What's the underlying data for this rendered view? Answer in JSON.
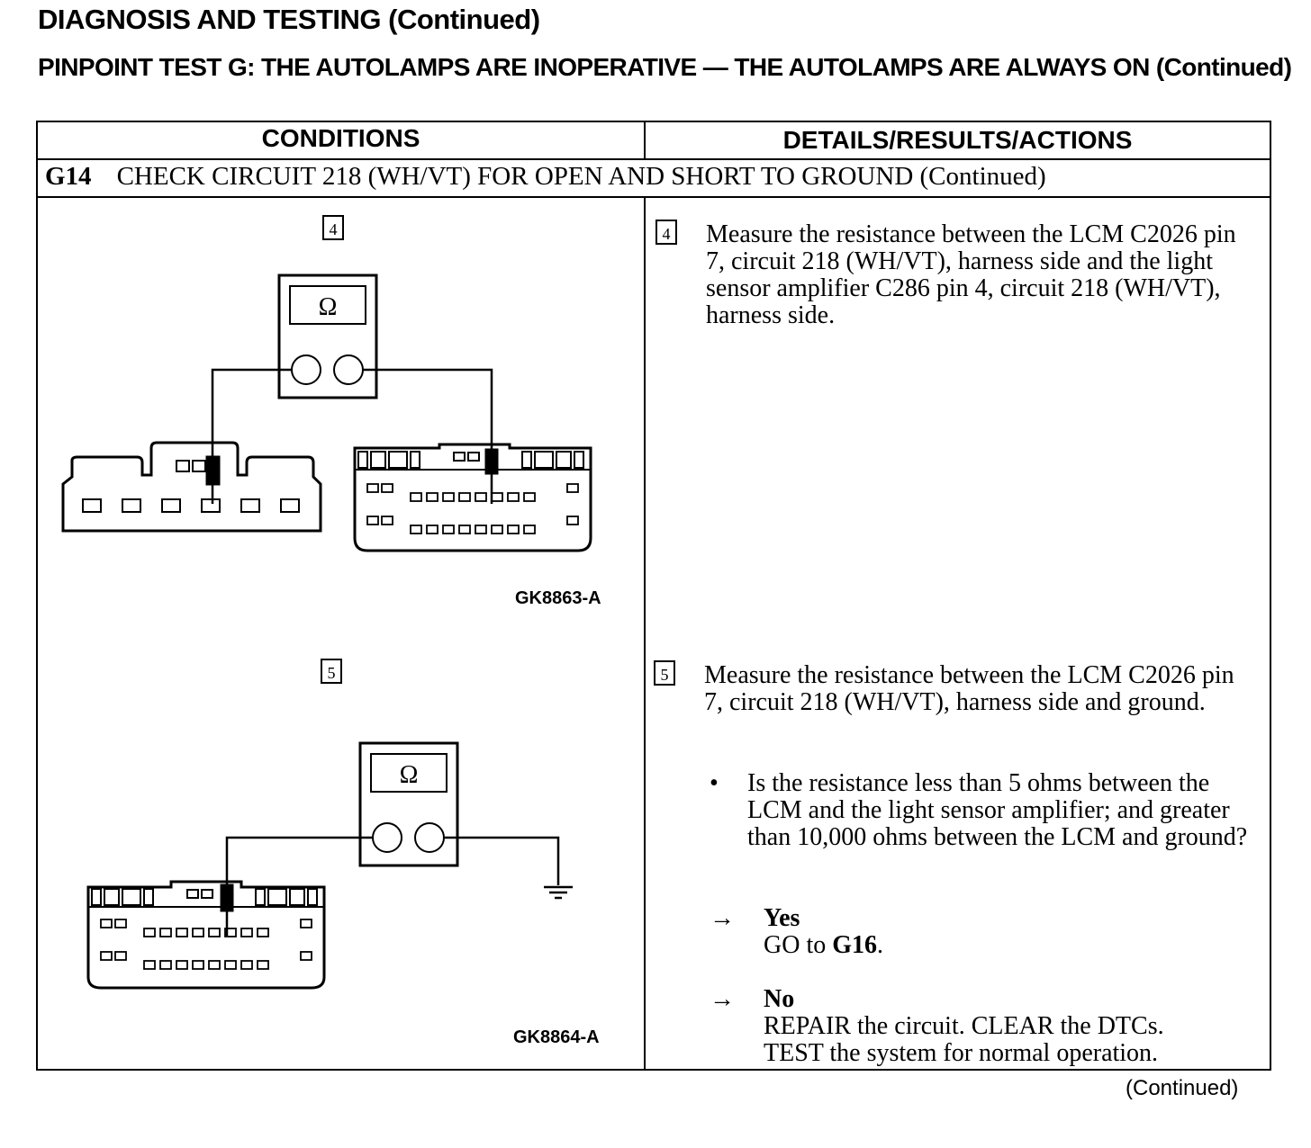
{
  "header": {
    "title": "DIAGNOSIS AND TESTING (Continued)",
    "test_title": "PINPOINT TEST G:  THE AUTOLAMPS ARE INOPERATIVE — THE AUTOLAMPS ARE ALWAYS ON (Continued)"
  },
  "table": {
    "col_conditions": "CONDITIONS",
    "col_details": "DETAILS/RESULTS/ACTIONS",
    "step_id": "G14",
    "step_title": "CHECK CIRCUIT 218 (WH/VT) FOR OPEN AND SHORT TO GROUND (Continued)"
  },
  "step4": {
    "number": "4",
    "figure_code": "GK8863-A",
    "meter_symbol": "Ω",
    "text": "Measure the resistance between the LCM C2026 pin 7, circuit 218 (WH/VT), harness side and the light sensor amplifier C286 pin 4, circuit 218 (WH/VT), harness side."
  },
  "step5": {
    "number": "5",
    "figure_code": "GK8864-A",
    "meter_symbol": "Ω",
    "text": "Measure the resistance between the LCM C2026 pin 7, circuit 218 (WH/VT), harness side and ground.",
    "question": "Is the resistance less than 5 ohms between the LCM and the light sensor amplifier; and greater than 10,000 ohms between the LCM and ground?",
    "bullet": "•",
    "arrow": "→",
    "yes_label": "Yes",
    "yes_action_prefix": "GO to ",
    "yes_action_target": "G16",
    "yes_action_suffix": ".",
    "no_label": "No",
    "no_action_line1": "REPAIR the circuit. CLEAR the DTCs.",
    "no_action_line2": "TEST the system for normal operation."
  },
  "footer": {
    "continued": "(Continued)"
  }
}
